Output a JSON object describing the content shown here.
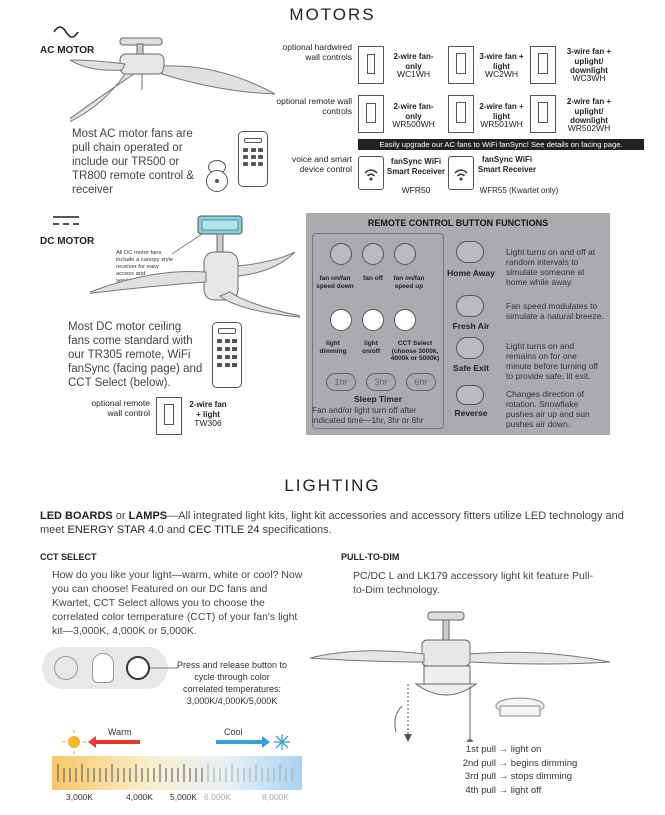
{
  "motors": {
    "title": "MOTORS",
    "ac_label": "AC MOTOR",
    "ac_text": "Most AC motor fans are pull chain operated or include our TR500 or TR800 remote control & receiver",
    "dc_label": "DC MOTOR",
    "dc_canopy_note": "All DC motor fans include a canopy style receiver for easy access and serviceability",
    "dc_text": "Most DC motor ceiling fans come standard with our TR305 remote, WiFi fanSync (facing page) and CCT Select (below).",
    "hardwired_label": "optional hardwired wall controls",
    "remote_label": "optional remote wall controls",
    "voice_label": "voice and smart device control",
    "dc_wall_label": "optional remote wall control",
    "upgrade_banner": "Easily upgrade our AC fans to WiFi fanSync! See details on facing page.",
    "controls": [
      {
        "title": "2-wire fan-only",
        "model": "WC1WH"
      },
      {
        "title": "3-wire fan + light",
        "model": "WC2WH"
      },
      {
        "title": "3-wire fan + uplight/ downlight",
        "model": "WC3WH"
      },
      {
        "title": "2-wire fan-only",
        "model": "WR500WH"
      },
      {
        "title": "2-wire fan + light",
        "model": "WR501WH"
      },
      {
        "title": "2-wire fan + uplight/ downlight",
        "model": "WR502WH"
      }
    ],
    "wifi": [
      {
        "title": "fanSync WiFi Smart Receiver",
        "model": "WFR50"
      },
      {
        "title": "fanSync WiFi Smart Receiver",
        "model": "WFR55 (Kwartet only)"
      }
    ],
    "dc_control": {
      "title": "2-wire fan + light",
      "model": "TW306"
    }
  },
  "remote_functions": {
    "title": "REMOTE CONTROL BUTTON FUNCTIONS",
    "buttons": [
      {
        "label": "fan on/fan speed down"
      },
      {
        "label": "fan off"
      },
      {
        "label": "fan on/fan speed up"
      },
      {
        "label": "light dimming"
      },
      {
        "label": "light on/off"
      },
      {
        "label": "CCT Select (choose 3000k, 4000k or 5000k)"
      }
    ],
    "timer_buttons": [
      "1hr",
      "3hr",
      "6hr"
    ],
    "sleep_title": "Sleep Timer",
    "sleep_text": "Fan and/or light turn off after indicated time—1hr, 3hr or 6hr",
    "functions": [
      {
        "name": "Home Away",
        "text": "Light turns on and off at random intervals to simulate someone at home while away."
      },
      {
        "name": "Fresh Air",
        "text": "Fan speed modulates to simulate a natural breeze."
      },
      {
        "name": "Safe Exit",
        "text": "Light turns on and remains on for one minute before turning off to provide safe, lit exit."
      },
      {
        "name": "Reverse",
        "text": "Changes direction of rotation. Snowflake pushes air up and sun pushes air down."
      }
    ]
  },
  "lighting": {
    "title": "LIGHTING",
    "intro_bold1": "LED BOARDS",
    "intro_or": " or ",
    "intro_bold2": "LAMPS",
    "intro_rest": "—All integrated light kits, light kit accessories and accessory fitters utilize LED technology and meet ",
    "intro_energy": "ENERGY STAR 4.0",
    "intro_and": " and ",
    "intro_cec": "CEC TITLE 24",
    "intro_end": " specifications.",
    "cct_title": "CCT SELECT",
    "cct_text": "How do you like your light—warm, white or cool? Now you can choose! Featured on our DC fans and Kwartet, CCT Select allows you to choose the correlated color temperature (CCT) of your fan's light kit—3,000K, 4,000K or 5,000K.",
    "cct_button_text": "Press and release button to cycle through color correlated temperatures: 3,000K/4,000K/5,000K",
    "warm": "Warm",
    "cool": "Cool",
    "temps": [
      "3,000K",
      "4,000K",
      "5,000K",
      "6,000K",
      "8,000K"
    ],
    "ptd_title": "PULL-TO-DIM",
    "ptd_text": "PC/DC L and LK179 accessory light kit feature Pull-to-Dim technology.",
    "pulls": [
      {
        "pull": "1st pull",
        "result": "light on"
      },
      {
        "pull": "2nd pull",
        "result": "begins dimming"
      },
      {
        "pull": "3rd pull",
        "result": "stops dimming"
      },
      {
        "pull": "4th pull",
        "result": "light off"
      }
    ]
  },
  "colors": {
    "panel": "#a9abae",
    "banner": "#222222",
    "warm": "#e8392f",
    "cool": "#3aa0dc"
  }
}
